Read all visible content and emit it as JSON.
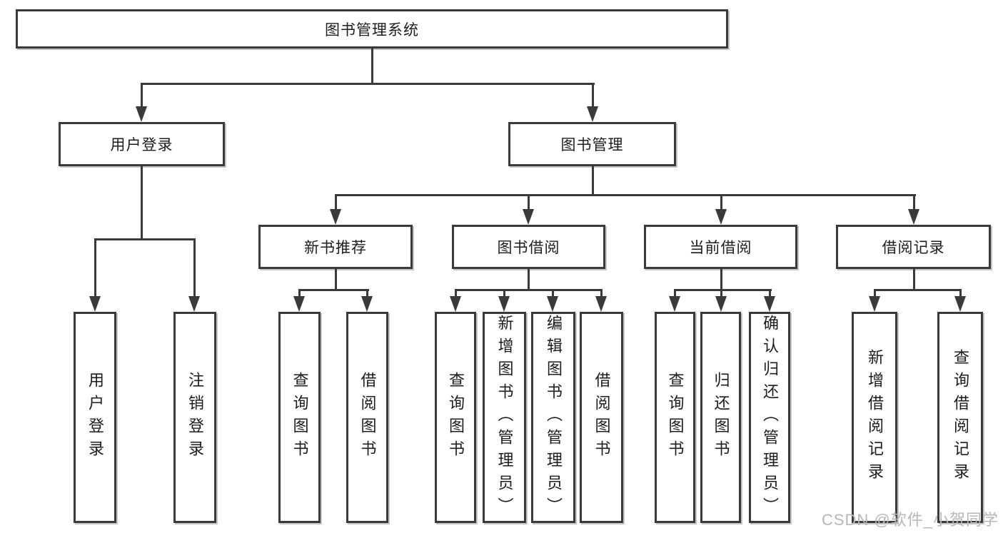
{
  "diagram": {
    "nodes": {
      "root": "图书管理系统",
      "user_login": "用户登录",
      "book_mgmt": "图书管理",
      "new_book_rec": "新书推荐",
      "book_borrow": "图书借阅",
      "current_borrow": "当前借阅",
      "borrow_record": "借阅记录",
      "leaf_user_login": "用户登录",
      "leaf_logout": "注销登录",
      "leaf_query_book_1": "查询图书",
      "leaf_borrow_book_1": "借阅图书",
      "leaf_query_book_2": "查询图书",
      "leaf_add_book": "新增图书（管理员）",
      "leaf_edit_book": "编辑图书（管理员）",
      "leaf_borrow_book_2": "借阅图书",
      "leaf_query_book_3": "查询图书",
      "leaf_return_book": "归还图书",
      "leaf_confirm_return": "确认归还（管理员）",
      "leaf_add_record": "新增借阅记录",
      "leaf_query_record": "查询借阅记录"
    },
    "watermark": "CSDN @软件_小贺同学",
    "colors": {
      "line": "#3a3a3a",
      "text": "#1c1c1c",
      "watermark": "#b7b7b7",
      "background": "#ffffff"
    }
  }
}
